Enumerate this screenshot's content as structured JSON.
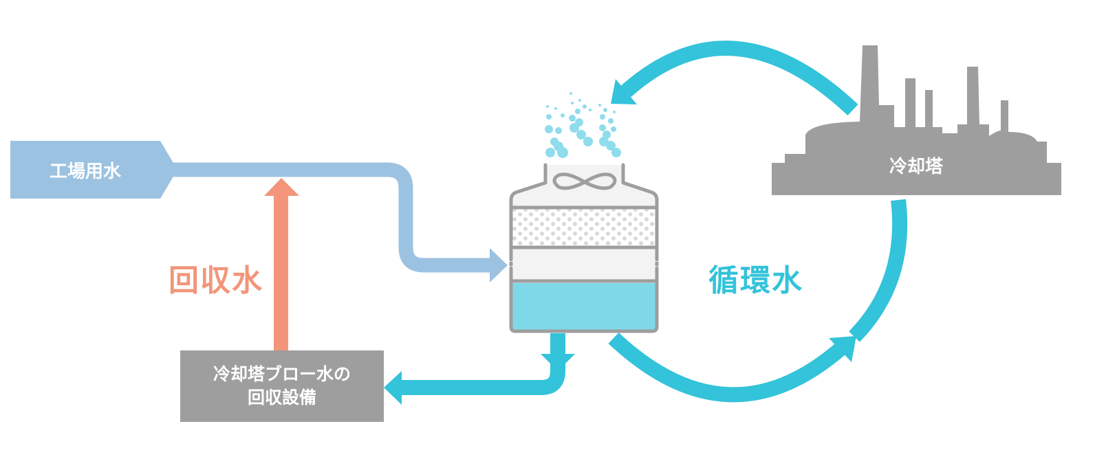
{
  "colors": {
    "industrial_water": "#9cc2e1",
    "recovered_water": "#f2957a",
    "circulating_water": "#33c3da",
    "facility_gray": "#9e9e9e",
    "tower_basin_water": "#7fd8e8",
    "tower_body_bg": "#f3f3f3",
    "text_white": "#ffffff"
  },
  "nodes": {
    "industrial_water": {
      "label": "工場用水"
    },
    "cooling_tower_facility": {
      "label": "冷却塔"
    },
    "blowdown_recovery": {
      "line1": "冷却塔ブロー水の",
      "line2": "回収設備"
    }
  },
  "flows": {
    "recovered_water": {
      "label": "回収水"
    },
    "circulating_water": {
      "label": "循環水"
    }
  },
  "icons": {
    "cooling_tower": "cooling-tower-icon",
    "factory": "factory-silhouette-icon",
    "fan": "fan-icon",
    "steam": "steam-bubbles-icon"
  }
}
